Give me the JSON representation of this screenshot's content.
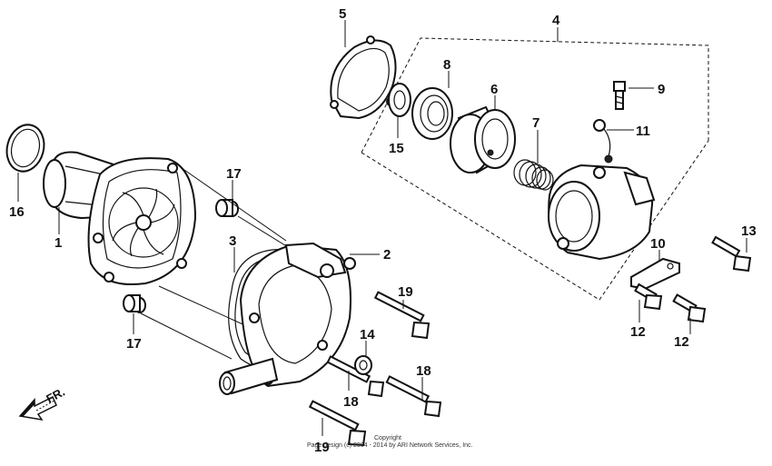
{
  "callouts": {
    "c1": "1",
    "c2": "2",
    "c3": "3",
    "c4": "4",
    "c5": "5",
    "c6": "6",
    "c7": "7",
    "c8": "8",
    "c9": "9",
    "c10": "10",
    "c11": "11",
    "c12a": "12",
    "c12b": "12",
    "c13": "13",
    "c14": "14",
    "c15": "15",
    "c16": "16",
    "c17a": "17",
    "c17b": "17",
    "c18a": "18",
    "c18b": "18",
    "c19a": "19",
    "c19b": "19"
  },
  "front_arrow": {
    "label": "FR."
  },
  "copyright": {
    "line1": "Copyright",
    "line2": "Page design (c) 2004 - 2014 by ARI Network Services, Inc."
  }
}
